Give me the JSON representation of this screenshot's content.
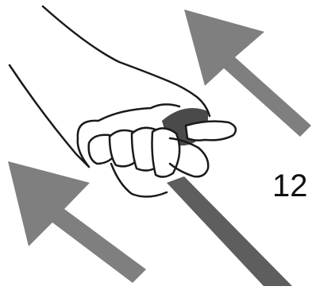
{
  "illustration": {
    "subject": "hand-gripping-rod",
    "step_number": "12",
    "colors": {
      "background": "#ffffff",
      "arrow": "#7f7f7f",
      "rod": "#5e5e5e",
      "rod_tip": "#4a4a4a",
      "outline": "#1a1a1a",
      "skin": "#ffffff"
    },
    "arrows": [
      "arrow-up-left",
      "arrow-up-left"
    ]
  }
}
